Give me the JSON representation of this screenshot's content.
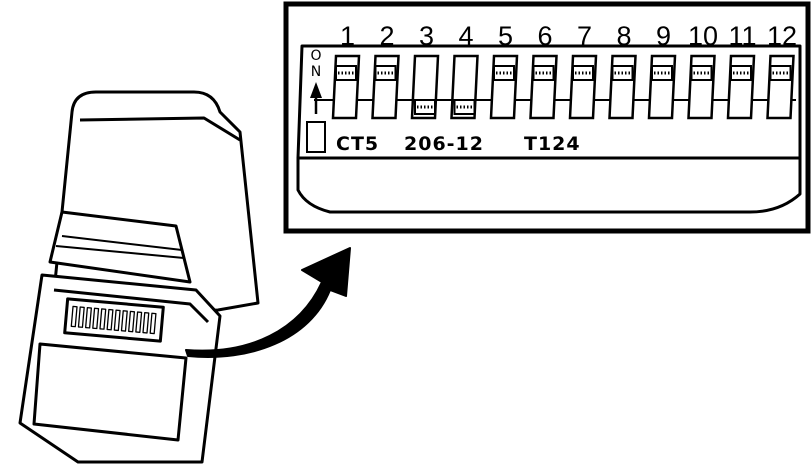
{
  "switch_numbers": [
    "1",
    "2",
    "3",
    "4",
    "5",
    "6",
    "7",
    "8",
    "9",
    "10",
    "11",
    "12"
  ],
  "switch_states": [
    "off",
    "off",
    "on",
    "on",
    "off",
    "off",
    "off",
    "off",
    "off",
    "off",
    "off",
    "off"
  ],
  "on_label": [
    "O",
    "N"
  ],
  "panel_labels": {
    "left": "CT5",
    "middle": "206-12",
    "right": "T124"
  }
}
